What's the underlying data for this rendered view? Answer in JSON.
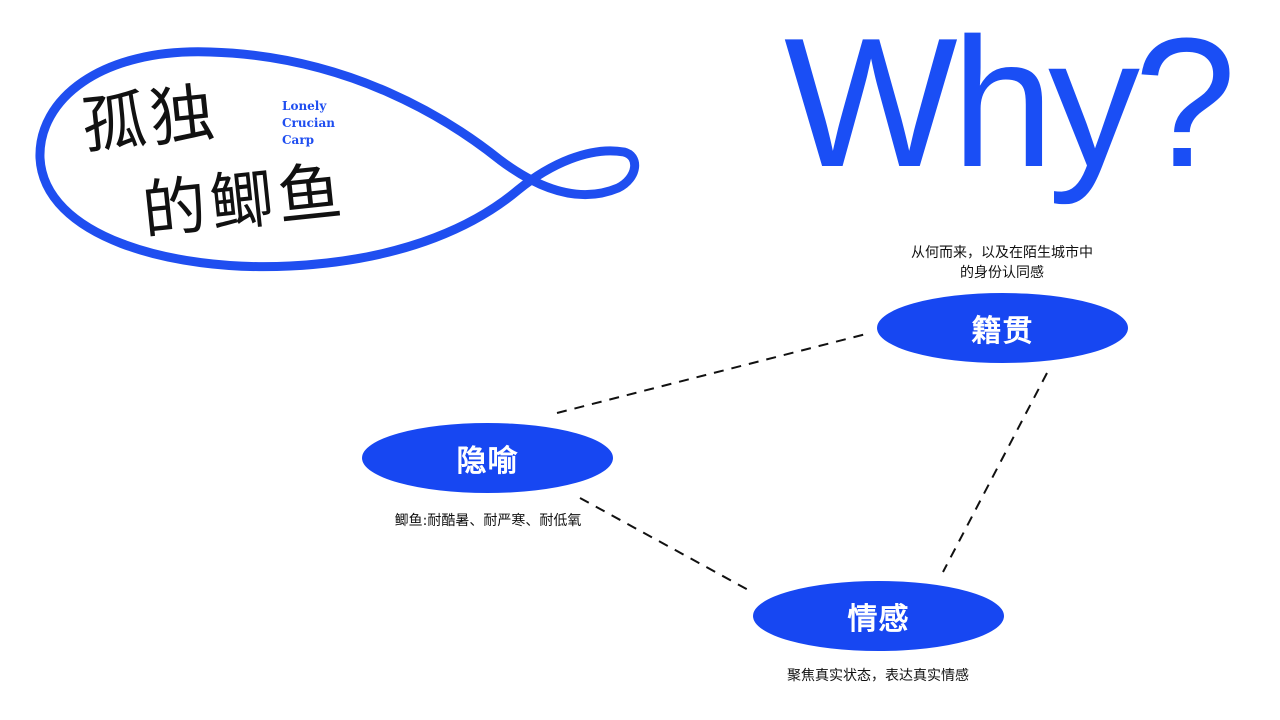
{
  "logo": {
    "title_line1": "孤独",
    "title_line2": "的鲫鱼",
    "subtitle_lines": [
      "Lonely",
      "Crucian",
      "Carp"
    ]
  },
  "heading": "Why?",
  "nodes": {
    "jiguan": {
      "label": "籍贯",
      "desc_lines": [
        "从何而来，以及在陌生城市中",
        "的身份认同感"
      ]
    },
    "yinyu": {
      "label": "隐喻",
      "desc_lines": [
        "鲫鱼:耐酷暑、耐严寒、耐低氧"
      ]
    },
    "qinggan": {
      "label": "情感",
      "desc_lines": [
        "聚焦真实状态，表达真实情感"
      ]
    }
  },
  "colors": {
    "accent": "#1747f2",
    "text": "#111111",
    "background": "#ffffff"
  }
}
